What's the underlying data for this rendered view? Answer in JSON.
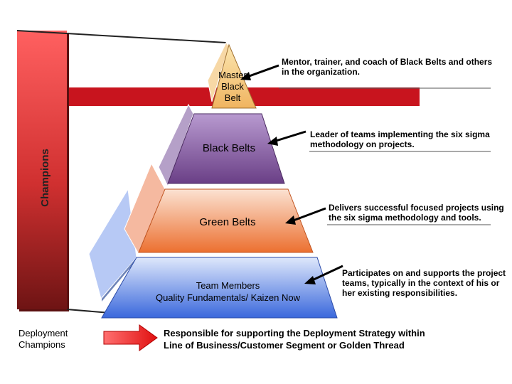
{
  "side_bar": {
    "label": "Champions",
    "color_top": "#ff5a5a",
    "color_bottom": "#7a1818"
  },
  "tiers": [
    {
      "id": "master-black-belt",
      "label_lines": [
        "Master",
        "Black",
        "Belt"
      ],
      "description": "Mentor, trainer, and coach of Black Belts and others in the organization.",
      "color": "#f5c878"
    },
    {
      "id": "black-belts",
      "label": "Black Belts",
      "description": "Leader of teams implementing the six sigma methodology on projects.",
      "color": "#7d5494"
    },
    {
      "id": "green-belts",
      "label": "Green Belts",
      "description": "Delivers successful focused projects using the six sigma methodology and tools.",
      "color": "#f0824a"
    },
    {
      "id": "team-members",
      "label_lines": [
        "Team Members",
        "Quality Fundamentals/ Kaizen Now"
      ],
      "description": "Participates on and supports the project teams, typically in the context of his or her existing responsibilities.",
      "color": "#4a78e0"
    }
  ],
  "footer": {
    "left_label_lines": [
      "Deployment",
      "Champions"
    ],
    "text_lines": [
      "Responsible for supporting the Deployment Strategy within",
      "Line of Business/Customer Segment or Golden Thread"
    ],
    "arrow_color": "#e81818"
  },
  "accent_line_color": "#c0141e"
}
